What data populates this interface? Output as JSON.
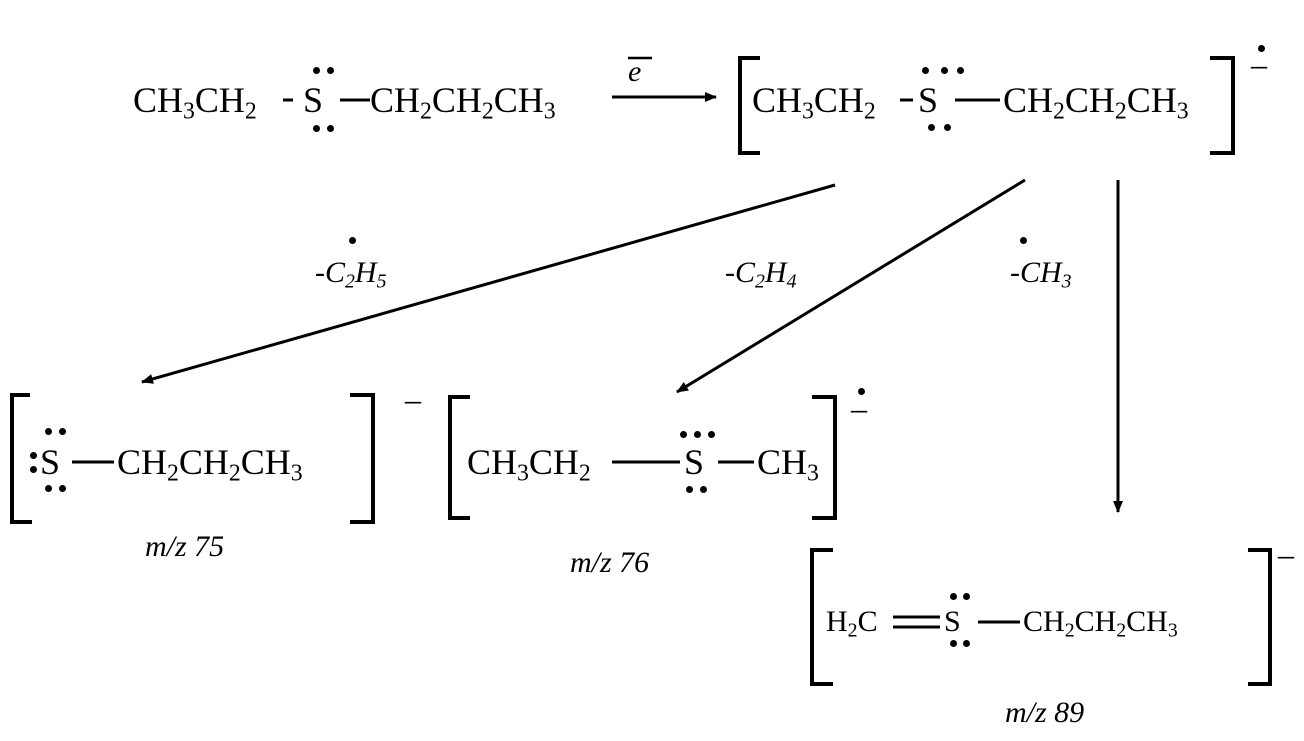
{
  "reactant": {
    "left": "CH3CH2",
    "s": "S",
    "right": "CH2CH2CH3"
  },
  "ionization_label": "e",
  "molecular_ion": {
    "left": "CH3CH2",
    "s": "S",
    "right": "CH2CH2CH3",
    "charge": "–"
  },
  "losses": {
    "c2h5": "-C2H5",
    "c2h4": "-C2H4",
    "ch3": "-CH3"
  },
  "fragment_75": {
    "s": "S",
    "right": "CH2CH2CH3",
    "charge": "–",
    "mz": "m/z 75"
  },
  "fragment_76": {
    "left": "CH3CH2",
    "s": "S",
    "right": "CH3",
    "charge": "–",
    "mz": "m/z 76"
  },
  "fragment_89": {
    "left": "H2C",
    "s": "S",
    "right": "CH2CH2CH3",
    "charge": "–",
    "mz": "m/z 89"
  }
}
